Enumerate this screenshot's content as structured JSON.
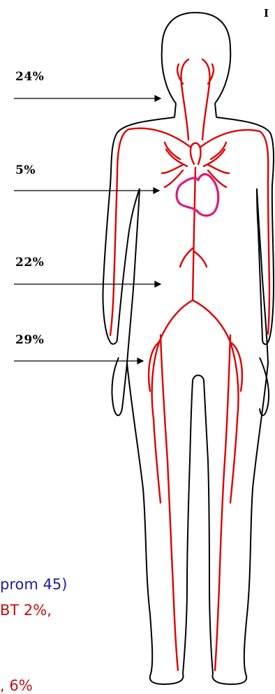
{
  "labels": {
    "head_neck": "24%",
    "heart": "5%",
    "abdomen": "22%",
    "legs": "29%",
    "corner_mark": "I"
  },
  "caption_fragments": {
    "line1": "prom 45)",
    "line2": "BT 2%,",
    "line3": ", 6%"
  },
  "colors": {
    "outline": "#000000",
    "artery": "#e00000",
    "heart": "#e0187a",
    "text_blue": "#1a1aa8",
    "text_red": "#c01010"
  }
}
